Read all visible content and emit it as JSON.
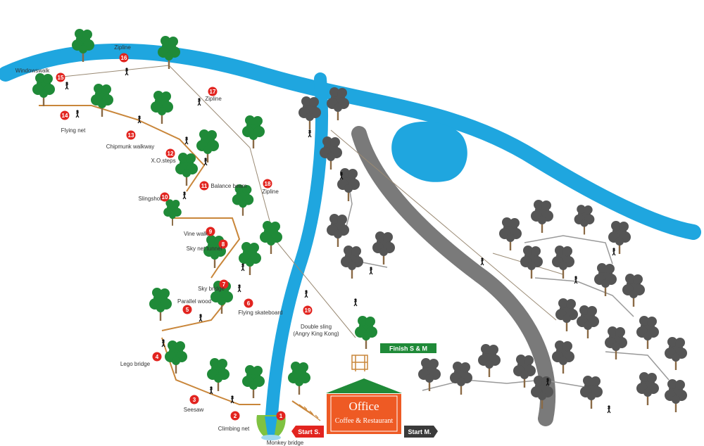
{
  "colors": {
    "river": "#1fa6df",
    "path": "#7a7a7a",
    "tree_green": "#1f8a38",
    "tree_dark": "#555555",
    "station_red": "#e2241f",
    "office_orange": "#ee5a24",
    "office_roof": "#1f8a38",
    "start_s": "#e2241f",
    "start_m": "#3a3a3a",
    "finish_bg": "#1f8a38"
  },
  "stations": [
    {
      "num": "1",
      "label": "Monkey bridge"
    },
    {
      "num": "2",
      "label": "Climbing net"
    },
    {
      "num": "3",
      "label": "Seesaw"
    },
    {
      "num": "4",
      "label": "Lego bridge"
    },
    {
      "num": "5",
      "label": "Parallel wood"
    },
    {
      "num": "6",
      "label": "Flying skateboard"
    },
    {
      "num": "7",
      "label": "Sky bridge"
    },
    {
      "num": "8",
      "label": "Sky net tunnel"
    },
    {
      "num": "9",
      "label": "Vine walk"
    },
    {
      "num": "10",
      "label": "Slingshot"
    },
    {
      "num": "11",
      "label": "Balance beam"
    },
    {
      "num": "12",
      "label": "X.O.steps"
    },
    {
      "num": "13",
      "label": "Chipmunk walkway"
    },
    {
      "num": "14",
      "label": "Flying net"
    },
    {
      "num": "15",
      "label": "Windowswalk"
    },
    {
      "num": "16",
      "label": "Zipline"
    },
    {
      "num": "17",
      "label": "Zipline"
    },
    {
      "num": "18",
      "label": "Zipline"
    },
    {
      "num": "19",
      "label": "Double sling",
      "sublabel": "(Angry King Kong)"
    }
  ],
  "signs": {
    "finish": "Finish S & M",
    "start_s": "Start S.",
    "start_m": "Start M.",
    "office_title": "Office",
    "office_subtitle": "Coffee & Restaurant"
  },
  "icons": [
    "tree-icon",
    "person-icon",
    "platform-icon",
    "waterfall-icon"
  ]
}
